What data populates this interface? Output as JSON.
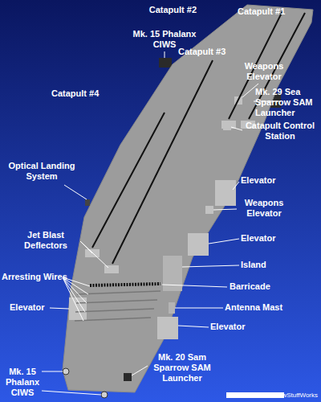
{
  "diagram": {
    "labels": [
      "Catapult #2",
      "Catapult #1",
      "Mk. 15 Phalanx CIWS",
      "Weapons Elevator",
      "Catapult #3",
      "Mk. 29 Sea Sparrow SAM Launcher",
      "Catapult #4",
      "Catapult Control Station",
      "Optical Landing System",
      "Elevator",
      "Weapons Elevator",
      "Elevator",
      "Jet Blast Deflectors",
      "Island",
      "Arresting Wires",
      "Barricade",
      "Elevator",
      "Antenna Mast",
      "Elevator",
      "Mk. 20 Sam Sparrow SAM Launcher",
      "Mk. 15 Phalanx CIWS",
      "© 2002 HowStuffWorks"
    ]
  }
}
